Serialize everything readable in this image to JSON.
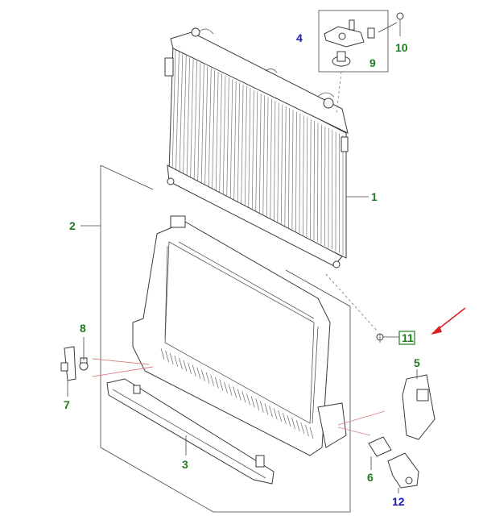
{
  "callouts": [
    {
      "id": "c1",
      "text": "1",
      "color": "#1f7a1f"
    },
    {
      "id": "c2",
      "text": "2",
      "color": "#1f7a1f"
    },
    {
      "id": "c3",
      "text": "3",
      "color": "#1f7a1f"
    },
    {
      "id": "c4",
      "text": "4",
      "color": "#1a1ab0"
    },
    {
      "id": "c5",
      "text": "5",
      "color": "#1f7a1f"
    },
    {
      "id": "c6",
      "text": "6",
      "color": "#1f7a1f"
    },
    {
      "id": "c7",
      "text": "7",
      "color": "#1f7a1f"
    },
    {
      "id": "c8",
      "text": "8",
      "color": "#1f7a1f"
    },
    {
      "id": "c9",
      "text": "9",
      "color": "#1f7a1f"
    },
    {
      "id": "c10",
      "text": "10",
      "color": "#1f7a1f"
    },
    {
      "id": "c11",
      "text": "11",
      "color": "#1f7a1f",
      "boxed": true
    },
    {
      "id": "c12",
      "text": "12",
      "color": "#1a1ab0"
    }
  ],
  "colors": {
    "line": "#3a3a3a",
    "guide": "#888888",
    "pointer_arrow": "#e02020",
    "highlight_box": "#1f7a1f",
    "pink_leader": "#d98080"
  },
  "icons": [
    "radiator",
    "fan-shroud-frame",
    "deflector-panel",
    "mount-bracket",
    "bolt",
    "clip",
    "arrow-pointer"
  ]
}
